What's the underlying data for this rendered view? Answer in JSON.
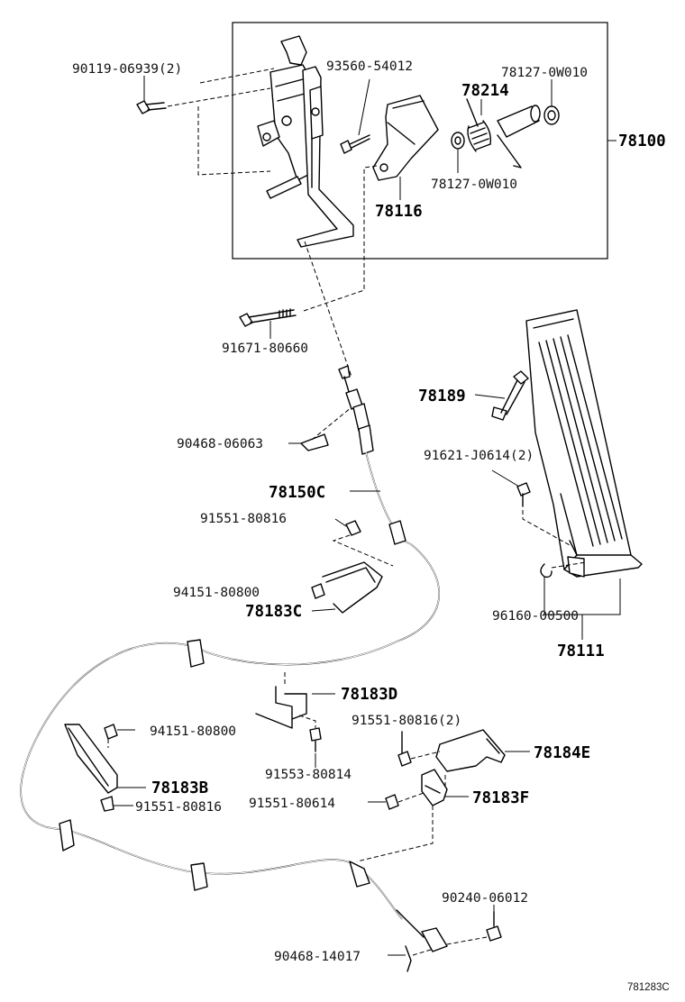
{
  "drawing_reference": "781283C",
  "assembly": {
    "number": "78100",
    "parts": [
      {
        "key": "bolt_top",
        "number": "90119-06939(2)"
      },
      {
        "key": "screw",
        "number": "93560-54012"
      },
      {
        "key": "spring_label",
        "number": "78214"
      },
      {
        "key": "bushing_top",
        "number": "78127-0W010"
      },
      {
        "key": "bushing_bottom",
        "number": "78127-0W010"
      },
      {
        "key": "lever",
        "number": "78116"
      }
    ]
  },
  "parts": {
    "long_bolt": "91671-80660",
    "stopper": "78189",
    "cable_clip": "90468-06063",
    "cable": "78150C",
    "pedal_bolt": "91621-J0614(2)",
    "bolt_a": "91551-80816",
    "nut_a": "94151-80800",
    "bracket_c": "78183C",
    "e_ring": "96160-00500",
    "pedal": "78111",
    "bracket_d": "78183D",
    "bolt_b": "91551-80816(2)",
    "nut_b": "94151-80800",
    "bracket_e": "78184E",
    "bracket_b": "78183B",
    "bolt_c": "91553-80814",
    "bolt_d": "91551-80816",
    "bolt_e": "91551-80614",
    "bracket_f": "78183F",
    "pin": "90240-06012",
    "end_clip": "90468-14017"
  }
}
